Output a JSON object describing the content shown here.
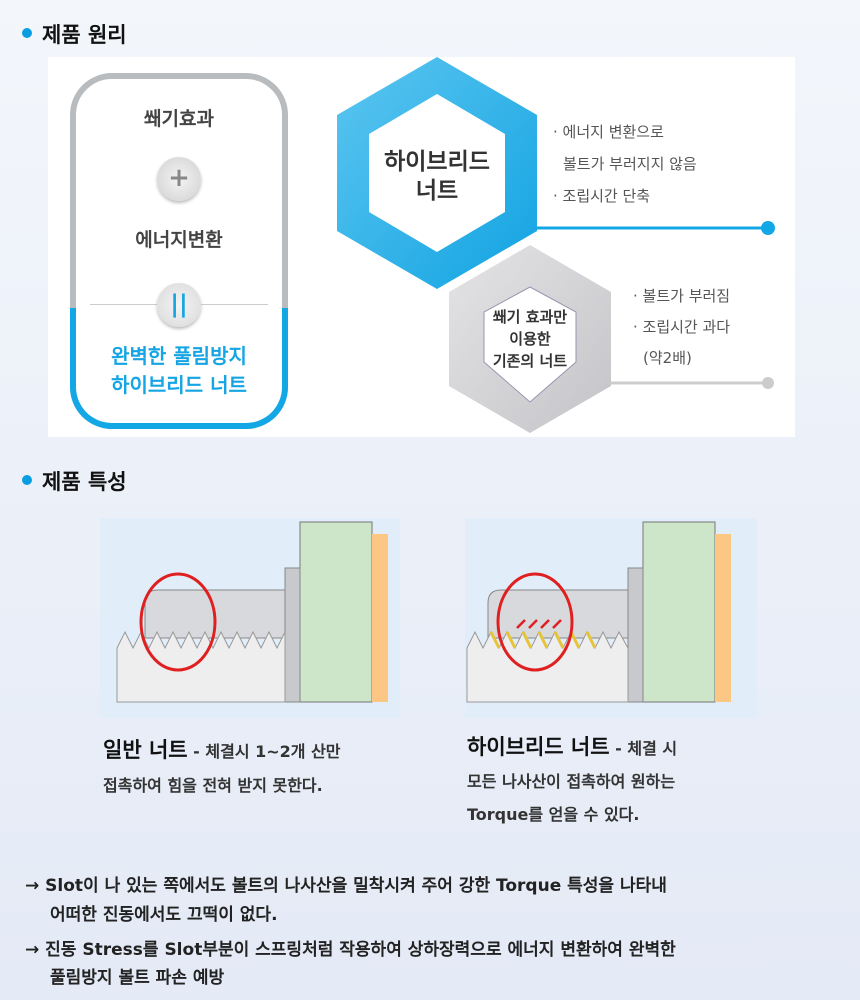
{
  "section1": {
    "title": "제품 원리"
  },
  "principle": {
    "item1": "쐐기효과",
    "plus": "+",
    "item2": "에너지변환",
    "equals": "=",
    "result_line1": "완벽한 풀림방지",
    "result_line2": "하이브리드 너트"
  },
  "hybrid": {
    "title_line1": "하이브리드",
    "title_line2": "너트",
    "points": [
      "· 에너지 변환으로",
      "볼트가 부러지지 않음",
      "· 조립시간 단축"
    ]
  },
  "conventional": {
    "title_lines": [
      "쐐기 효과만",
      "이용한",
      "기존의 너트"
    ],
    "points": [
      "· 볼트가 부러짐",
      "· 조립시간 과다",
      "(약2배)"
    ]
  },
  "section2": {
    "title": "제품 특성"
  },
  "features": [
    {
      "name": "일반 너트",
      "desc1": " - 체결시 1~2개 산만",
      "desc2": "접촉하여 힘을 전혀 받지 못한다."
    },
    {
      "name": "하이브리드 너트",
      "desc1": " - 체결 시",
      "desc2": "모든 나사산이 접촉하여 원하는",
      "desc3": "Torque를 얻을 수 있다."
    }
  ],
  "notes": [
    "→ Slot이 나 있는 쪽에서도 볼트의 나사산을 밀착시켜 주어 강한 Torque 특성을 나타내",
    "어떠한 진동에서도 끄떡이 없다.",
    "→ 진동 Stress를 Slot부분이 스프링처럼 작용하여 상하장력으로 에너지 변환하여 완벽한",
    "풀림방지 볼트 파손 예방"
  ],
  "colors": {
    "accent": "#14a7e6",
    "grey": "#b9bcbe",
    "highlight": "#e02020"
  }
}
